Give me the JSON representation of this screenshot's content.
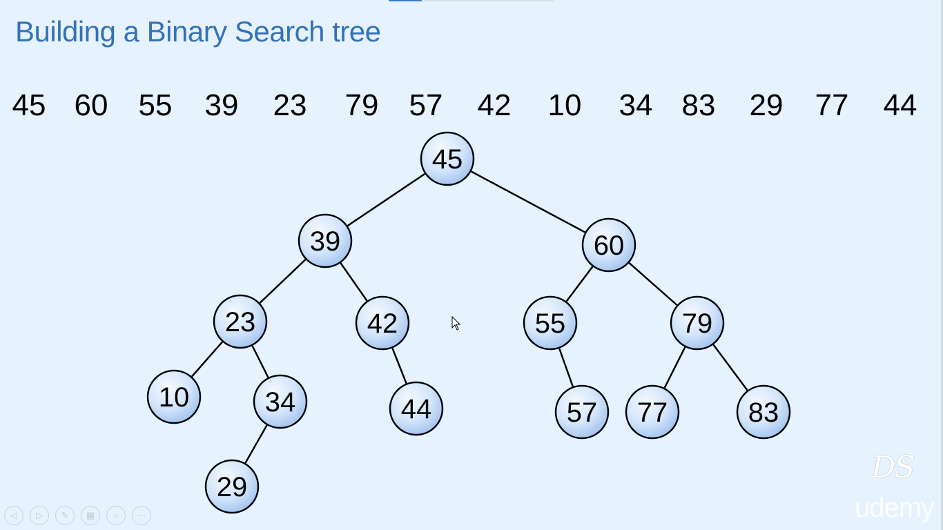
{
  "title": "Building a Binary Search tree",
  "sequence": [
    "45",
    "60",
    "55",
    "39",
    "23",
    "79",
    "57",
    "42",
    "10",
    "34",
    "83",
    "29",
    "77",
    "44"
  ],
  "tree": {
    "nodes": [
      {
        "id": "n45",
        "label": "45"
      },
      {
        "id": "n39",
        "label": "39"
      },
      {
        "id": "n60",
        "label": "60"
      },
      {
        "id": "n23",
        "label": "23"
      },
      {
        "id": "n42",
        "label": "42"
      },
      {
        "id": "n55",
        "label": "55"
      },
      {
        "id": "n79",
        "label": "79"
      },
      {
        "id": "n10",
        "label": "10"
      },
      {
        "id": "n34",
        "label": "34"
      },
      {
        "id": "n44",
        "label": "44"
      },
      {
        "id": "n57",
        "label": "57"
      },
      {
        "id": "n77",
        "label": "77"
      },
      {
        "id": "n83",
        "label": "83"
      },
      {
        "id": "n29",
        "label": "29"
      }
    ],
    "edges": [
      [
        "n45",
        "n39"
      ],
      [
        "n45",
        "n60"
      ],
      [
        "n39",
        "n23"
      ],
      [
        "n39",
        "n42"
      ],
      [
        "n60",
        "n55"
      ],
      [
        "n60",
        "n79"
      ],
      [
        "n23",
        "n10"
      ],
      [
        "n23",
        "n34"
      ],
      [
        "n42",
        "n44"
      ],
      [
        "n55",
        "n57"
      ],
      [
        "n79",
        "n77"
      ],
      [
        "n79",
        "n83"
      ],
      [
        "n34",
        "n29"
      ]
    ]
  },
  "logo_text": "DS",
  "watermark": "udemy",
  "controls": [
    {
      "name": "previous-slide-icon",
      "glyph": "◁"
    },
    {
      "name": "next-slide-icon",
      "glyph": "▷"
    },
    {
      "name": "pen-icon",
      "glyph": "✎"
    },
    {
      "name": "slides-grid-icon",
      "glyph": "▦"
    },
    {
      "name": "zoom-icon",
      "glyph": "⌕"
    },
    {
      "name": "more-options-icon",
      "glyph": "⋯"
    }
  ],
  "colors": {
    "background": "#e6f2fd",
    "title": "#3572b5",
    "node_fill_light": "#eef5ff",
    "node_fill_dark": "#a9c8f0",
    "node_glow": "#7fa3e0",
    "edge": "#000000"
  }
}
